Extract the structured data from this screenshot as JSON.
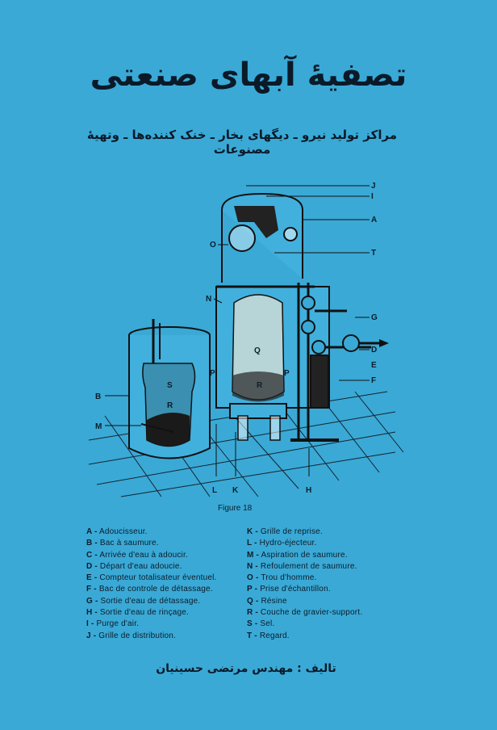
{
  "cover": {
    "title": "تصفیهٔ آبهای صنعتی",
    "subtitle": "مراکز تولید نیرو ـ دیگهای بخار ـ خنک کننده‌ها ـ وتهیهٔ مصنوعات",
    "figure_caption": "Figure 18",
    "author": "تالیف : مهندس مرتضی حسینیان"
  },
  "diagram_labels": {
    "A": "A",
    "B": "B",
    "D": "D",
    "E": "E",
    "F": "F",
    "G": "G",
    "H": "H",
    "I": "I",
    "J": "J",
    "K": "K",
    "L": "L",
    "M": "M",
    "N": "N",
    "O": "O",
    "P1": "P",
    "P2": "P",
    "Q": "Q",
    "R1": "R",
    "R2": "R",
    "S": "S",
    "T": "T"
  },
  "legend_left": [
    {
      "key": "A -",
      "text": "Adoucisseur."
    },
    {
      "key": "B -",
      "text": "Bac à saumure."
    },
    {
      "key": "C -",
      "text": "Arrivée d'eau à adoucir."
    },
    {
      "key": "D -",
      "text": "Départ d'eau adoucie."
    },
    {
      "key": "E -",
      "text": "Compteur totalisateur éventuel."
    },
    {
      "key": "F -",
      "text": "Bac de controle de détassage."
    },
    {
      "key": "G -",
      "text": "Sortie d'eau de détassage."
    },
    {
      "key": "H -",
      "text": "Sortie d'eau de rinçage."
    },
    {
      "key": "I -",
      "text": "Purge d'air."
    },
    {
      "key": "J -",
      "text": "Grille de distribution."
    }
  ],
  "legend_right": [
    {
      "key": "K -",
      "text": "Grille de reprise."
    },
    {
      "key": "L -",
      "text": "Hydro-éjecteur."
    },
    {
      "key": "M -",
      "text": "Aspiration de saumure."
    },
    {
      "key": "N -",
      "text": "Refoulement de saumure."
    },
    {
      "key": "O -",
      "text": "Trou d'homme."
    },
    {
      "key": "P -",
      "text": "Prise d'échantillon."
    },
    {
      "key": "Q -",
      "text": "Résine"
    },
    {
      "key": "R -",
      "text": "Couche de gravier-support."
    },
    {
      "key": "S -",
      "text": "Sel."
    },
    {
      "key": "T -",
      "text": "Regard."
    }
  ],
  "colors": {
    "background": "#3aa9d6",
    "ink": "#0c1d2b"
  }
}
